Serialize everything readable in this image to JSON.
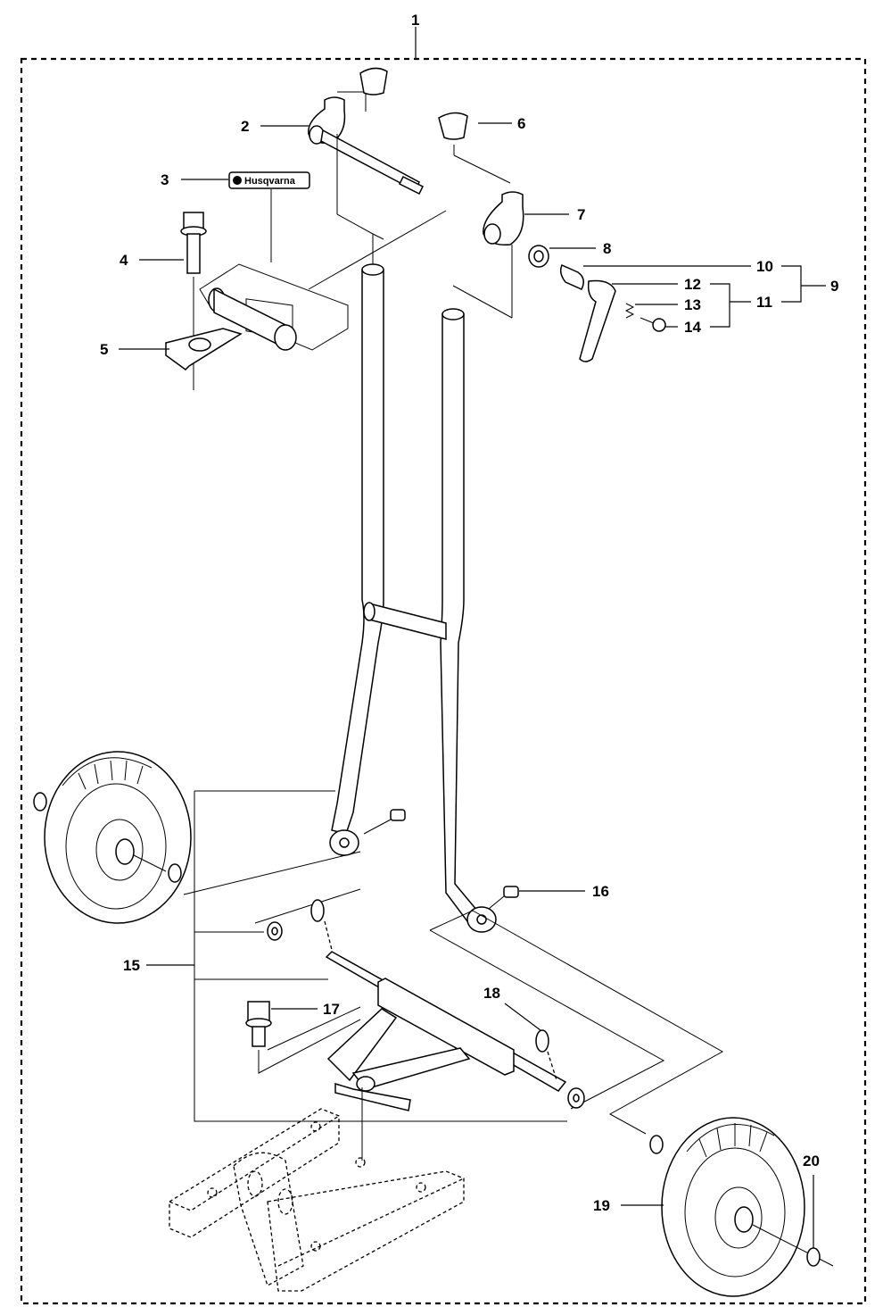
{
  "brand": {
    "logo_text": "Husqvarna"
  },
  "callouts": {
    "c1": "1",
    "c2": "2",
    "c3": "3",
    "c4": "4",
    "c5": "5",
    "c6": "6",
    "c7": "7",
    "c8": "8",
    "c9": "9",
    "c10": "10",
    "c11": "11",
    "c12": "12",
    "c13": "13",
    "c14": "14",
    "c15": "15",
    "c16": "16",
    "c17": "17",
    "c18": "18",
    "c19": "19",
    "c20": "20"
  }
}
